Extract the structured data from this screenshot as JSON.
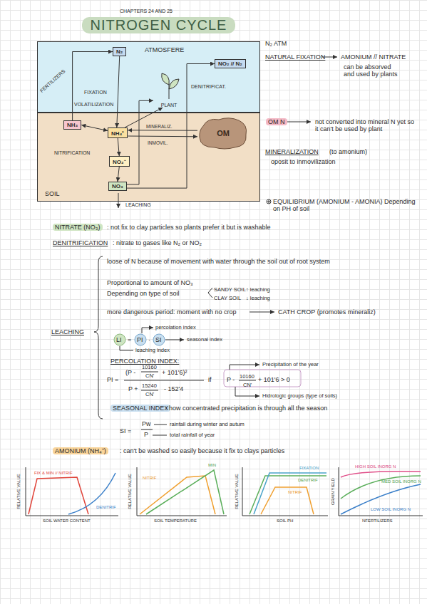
{
  "diagram": {
    "title": "NITROGEN CYCLE",
    "nodes": [
      {
        "text": [
          "ATMOSFERE"
        ]
      },
      {
        "text": [
          "N₂"
        ],
        "in": 0
      },
      {
        "text": [
          "NO₂ // N₂"
        ],
        "in": 0
      },
      {
        "text": [
          "PLANT"
        ],
        "in": 0
      },
      {
        "text": [
          "SOIL"
        ]
      },
      {
        "text": [
          "NH₃"
        ],
        "in": 4
      },
      {
        "text": [
          "NH₄⁺"
        ],
        "in": 4
      },
      {
        "text": [
          "OM"
        ],
        "in": 4
      },
      {
        "text": [
          "NO₂⁻"
        ],
        "in": 4
      },
      {
        "text": [
          "NO₃"
        ],
        "in": 4
      }
    ],
    "edges": [
      {
        "from": 1,
        "to": 6,
        "arrow": "to"
      },
      {
        "from": 5,
        "to": 1,
        "arrow": "to"
      },
      {
        "from": 5,
        "to": 6,
        "arrow": "both"
      },
      {
        "from": 6,
        "to": 8,
        "arrow": "to"
      },
      {
        "from": 8,
        "to": 9,
        "arrow": "to"
      },
      {
        "from": 7,
        "to": 6,
        "label": "MINERALIZ.",
        "arrow": "to"
      },
      {
        "from": 6,
        "to": 7,
        "label": "INMOVIL.",
        "arrow": "to"
      },
      {
        "from": 6,
        "to": 3,
        "arrow": "to"
      },
      {
        "from": 9,
        "to": 3,
        "arrow": "to"
      },
      {
        "from": 9,
        "to": 2,
        "arrow": "to"
      }
    ],
    "labels": [
      "CHAPTERS 24 AND 25",
      "FERTILIZERS",
      "FIXATION",
      "VOLATILIZATION",
      "DENITRIFICAT.",
      "NITRIFICATION",
      "LEACHING",
      "N₂ ATM",
      "NATURAL FIXATION",
      "AMONIUM // NITRATE",
      "can be absorved and used by plants",
      "OM N",
      "not converted into mineral N yet so it can't be used by plant",
      "MINERALIZATION",
      "(to amonium)",
      "oposit to inmovilization",
      "EQUILIBRIUM (AMONIUM - AMONIA) Depending on PH of soil",
      "NITRATE (NO₃)",
      ": not fix to clay particles so plants prefer it but is washable",
      "DENITRIFICATION",
      ": nitrate to gases like N₂ or NO₂",
      "LEACHING",
      "loose of N because of movement with water through the soil out of root system",
      "Proportional to amount of NO₃",
      "Depending on type of soil",
      "SANDY SOIL",
      "↑ leaching",
      "CLAY SOIL",
      "↓ leaching",
      "more dangerous period: moment with no crop",
      "CATH CROP (promotes mineraliz)",
      "LI",
      "=",
      "PI",
      "·",
      "SI",
      "percolation index",
      "seasonal index",
      "leaching index",
      "PERCOLATION INDEX:",
      "PI =",
      "(P -",
      "10160",
      "CN'",
      "+ 101'6)²",
      "P +",
      "15240",
      "CN'",
      "- 152'4",
      "if",
      "P -",
      "10160",
      "CN'",
      "+ 101'6 > 0",
      "Precipitation of the year",
      "Hidrologic groups (type of soils)",
      "SEASONAL INDEX",
      ": how concentrated precipitation is through all the season",
      "SI =",
      "Pw",
      "P",
      "rainfall during winter and autum",
      "total rainfall of year",
      "AMONIUM (NH₄⁺)",
      ": can't be washed so easily because it fix to clays particles",
      "RELATIVE VALUE",
      "FIX & MIN // NITRIF",
      "DENITRIF",
      "SOIL WATER CONTENT",
      "RELATIVE VALUE",
      "NITRIF",
      "MIN",
      "SOIL TEMPERATURE",
      "RELATIVE VALUE",
      "FIXATION",
      "DENITRIF",
      "NITRIF",
      "SOIL PH",
      "GRAIN YIELD",
      "HIGH SOIL INORG N",
      "MED SOIL INORG N",
      "LOW SOIL INORG N",
      "NFERTILIZERS"
    ]
  }
}
